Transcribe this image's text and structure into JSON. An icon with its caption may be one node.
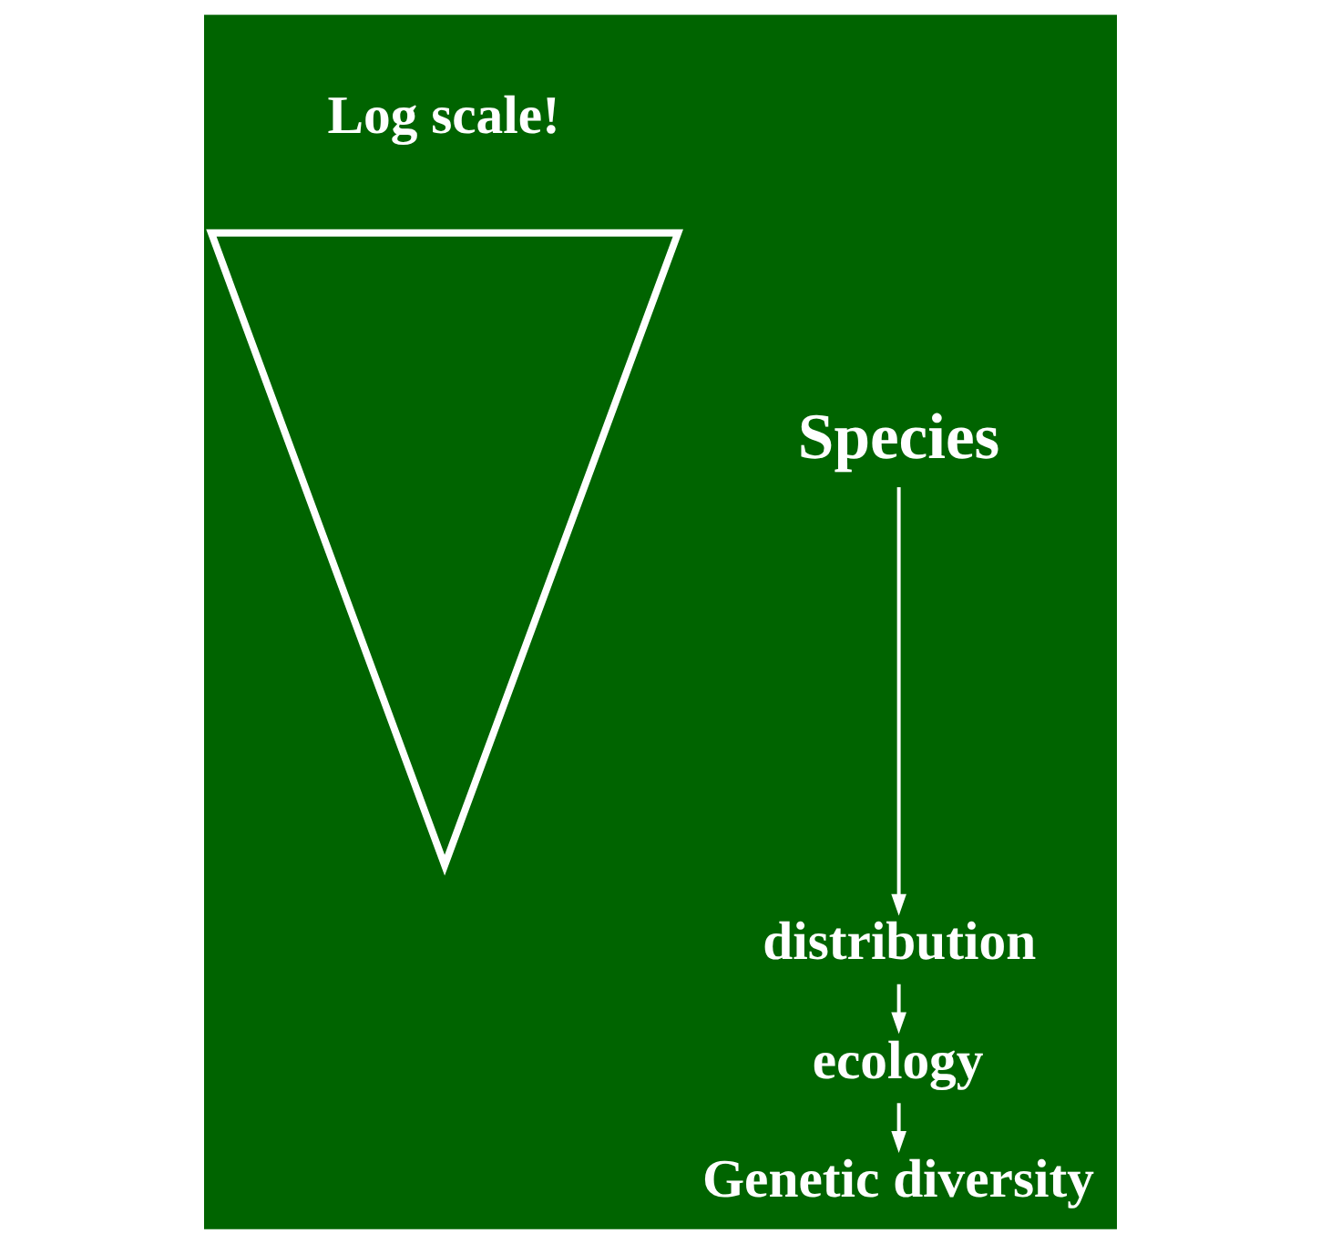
{
  "diagram": {
    "nodes": [
      {
        "text": [
          "Log scale!"
        ]
      },
      {
        "text": [
          "Species"
        ]
      },
      {
        "text": [
          "distribution"
        ]
      },
      {
        "text": [
          "ecology"
        ]
      },
      {
        "text": [
          "Genetic diversity"
        ]
      }
    ],
    "edges": [
      {
        "from": 1,
        "to": 2,
        "arrow": "to"
      },
      {
        "from": 2,
        "to": 3,
        "arrow": "to"
      },
      {
        "from": 3,
        "to": 4,
        "arrow": "to"
      }
    ]
  }
}
